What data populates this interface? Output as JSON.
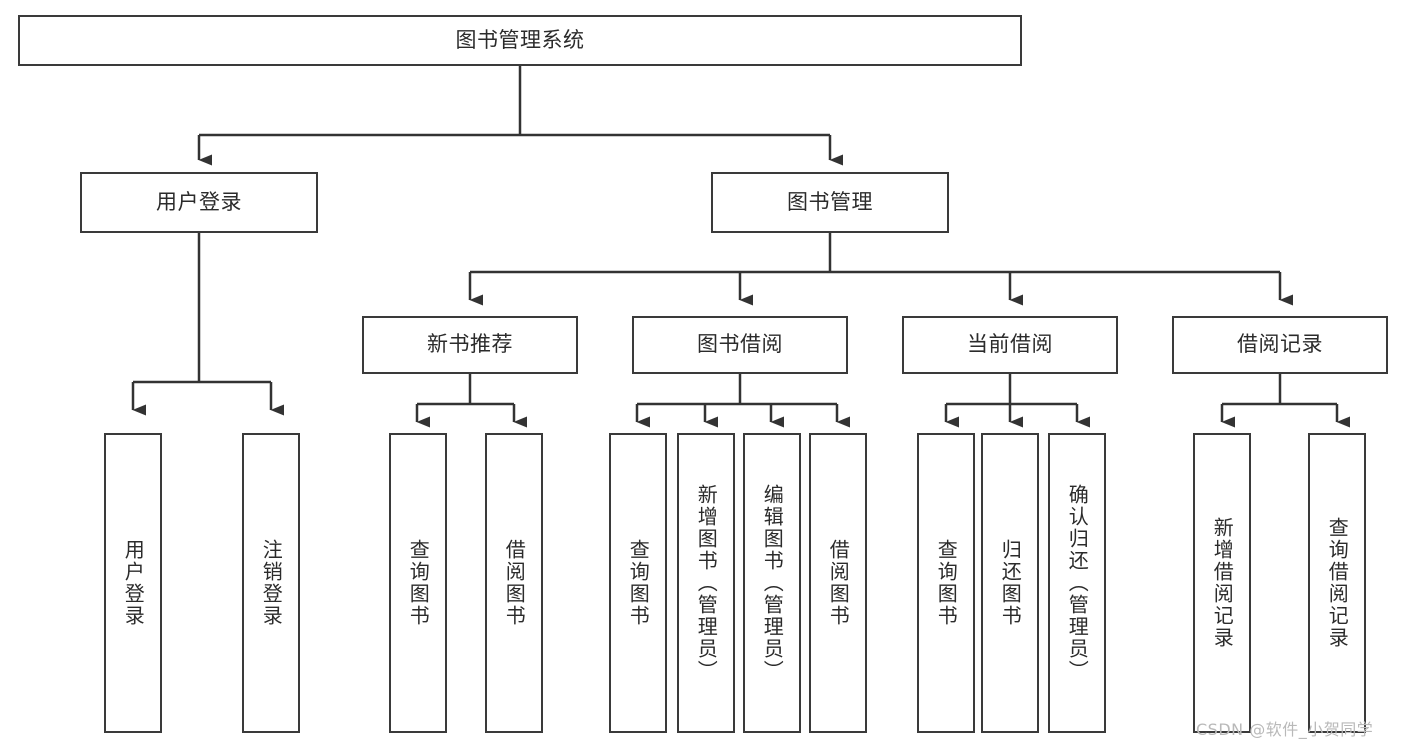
{
  "diagram": {
    "title": "图书管理系统",
    "type": "tree",
    "colors": {
      "box_border": "#3a3a3a",
      "box_fill": "#ffffff",
      "connector": "#333333",
      "text": "#2b2b2b",
      "watermark": "#b9b9b9"
    },
    "root": {
      "label": "图书管理系统"
    },
    "level2": [
      {
        "label": "用户登录"
      },
      {
        "label": "图书管理"
      }
    ],
    "level3": [
      {
        "label": "新书推荐"
      },
      {
        "label": "图书借阅"
      },
      {
        "label": "当前借阅"
      },
      {
        "label": "借阅记录"
      }
    ],
    "leaves": {
      "user_login": [
        {
          "label": "用户登录"
        },
        {
          "label": "注销登录"
        }
      ],
      "new_book": [
        {
          "label": "查询图书"
        },
        {
          "label": "借阅图书"
        }
      ],
      "book_borrow": [
        {
          "label": "查询图书"
        },
        {
          "label": "新增图书（管理员）"
        },
        {
          "label": "编辑图书（管理员）"
        },
        {
          "label": "借阅图书"
        }
      ],
      "current_borrow": [
        {
          "label": "查询图书"
        },
        {
          "label": "归还图书"
        },
        {
          "label": "确认归还（管理员）"
        }
      ],
      "borrow_record": [
        {
          "label": "新增借阅记录"
        },
        {
          "label": "查询借阅记录"
        }
      ]
    }
  },
  "watermark": {
    "text": "CSDN @软件_小贺同学"
  }
}
